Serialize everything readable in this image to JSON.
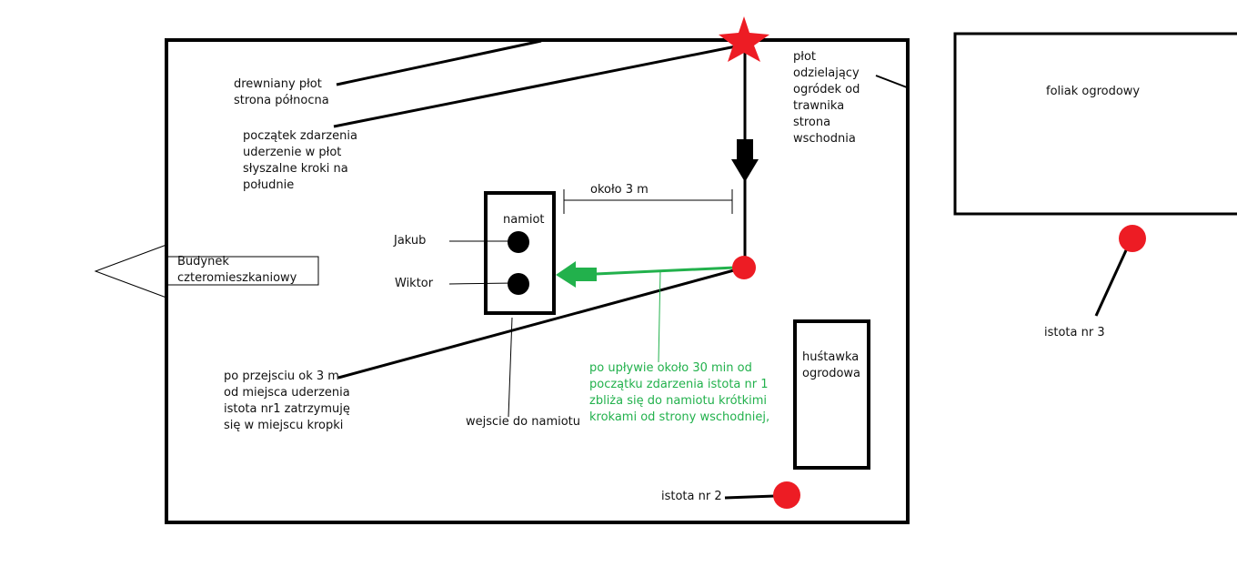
{
  "colors": {
    "stroke": "#000000",
    "marker_red": "#ed1c24",
    "green": "#22b14c",
    "text": "#111111"
  },
  "labels": {
    "north_fence": "drewniany płot\nstrona północna",
    "event_start": "początek zdarzenia\nuderzenie w płot\nsłyszalne kroki na\npołudnie",
    "east_fence": "płot\nodzielający\nogródek od\ntrawnika\nstrona\nwschodnia",
    "greenhouse": "foliak ogrodowy",
    "distance": "około 3 m",
    "tent": "namiot",
    "person1": "Jakub",
    "person2": "Wiktor",
    "building": "Budynek\nczteromieszkaniowy",
    "stop_note": "po przejsciu ok 3 m\nod miejsca uderzenia\nistota nr1 zatrzymuję\nsię w miejscu kropki",
    "tent_entrance": "wejscie do namiotu",
    "approach_note": "po upływie około 30 min od\npoczątku zdarzenia istota nr 1\nzbliża się do namiotu krótkimi\nkrokami od strony wschodniej,",
    "swing": "huśtawka\nogrodowa",
    "being2": "istota nr 2",
    "being3": "istota nr 3"
  }
}
